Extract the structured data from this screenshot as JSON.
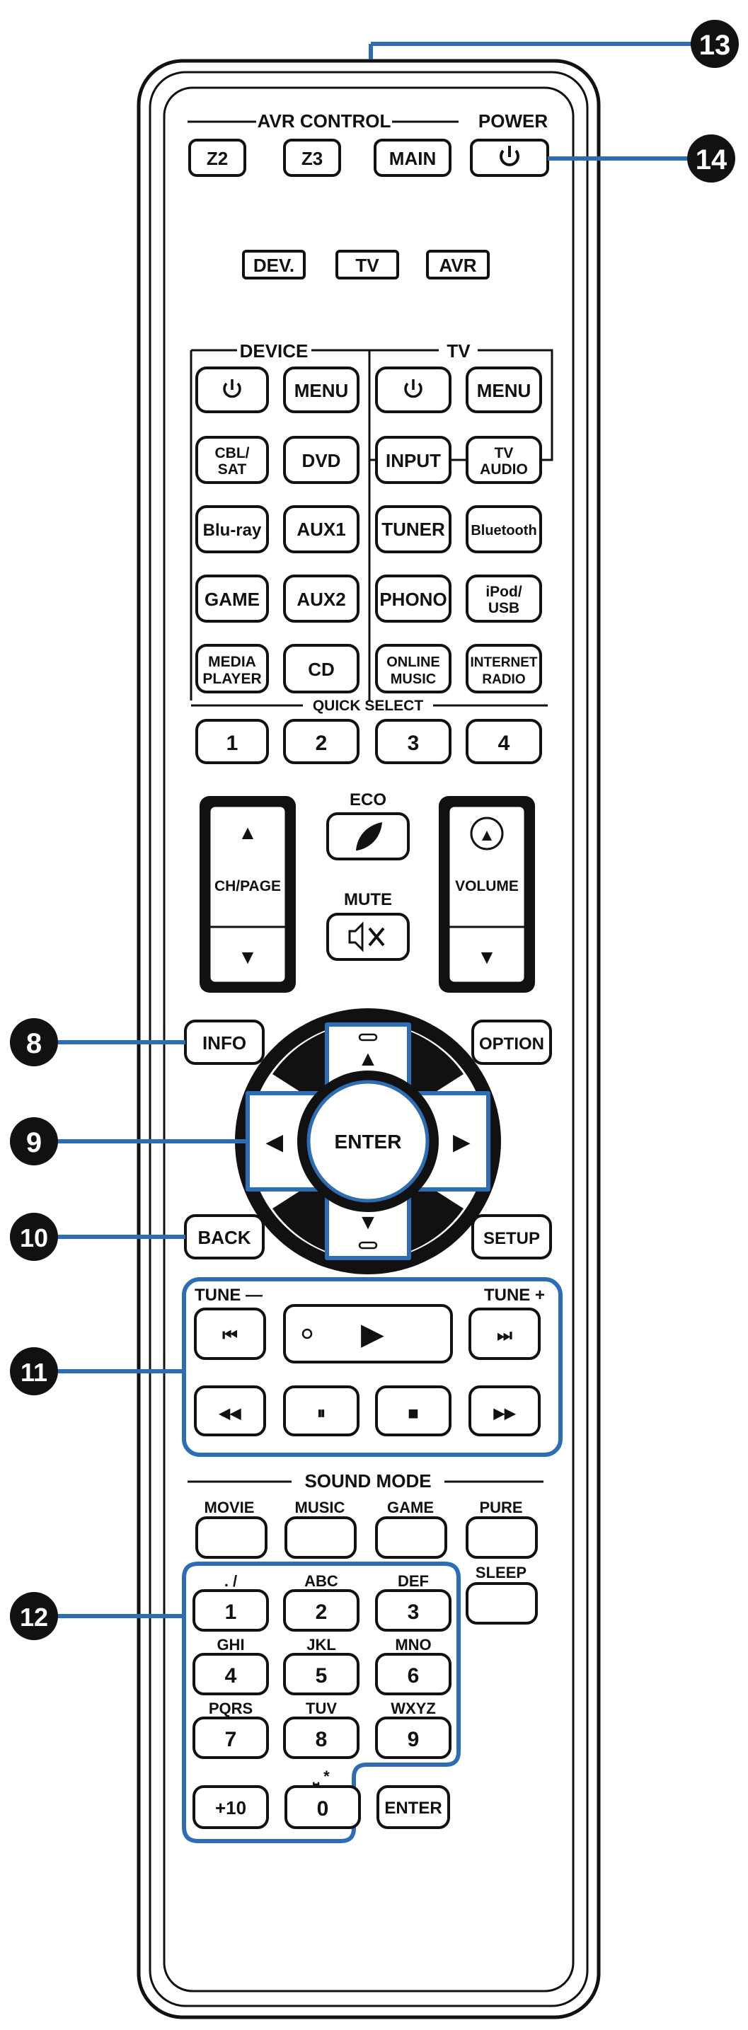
{
  "colors": {
    "callout": "#2d6db5",
    "outline": "#111111",
    "background": "#ffffff"
  },
  "sections": {
    "avr_control": "AVR CONTROL",
    "power": "POWER",
    "device": "DEVICE",
    "tv": "TV",
    "quick_select": "QUICK SELECT",
    "eco": "ECO",
    "mute": "MUTE",
    "tune_minus": "TUNE —",
    "tune_plus": "TUNE +",
    "sound_mode": "SOUND MODE"
  },
  "zone_buttons": [
    "Z2",
    "Z3",
    "MAIN"
  ],
  "power_icon": "power-icon",
  "mode_buttons": [
    "DEV.",
    "TV",
    "AVR"
  ],
  "device_buttons": {
    "menu": "MENU",
    "cbl_sat": [
      "CBL/",
      "SAT"
    ],
    "dvd": "DVD",
    "bluray": "Blu-ray",
    "aux1": "AUX1",
    "game": "GAME",
    "aux2": "AUX2",
    "media_player": [
      "MEDIA",
      "PLAYER"
    ],
    "cd": "CD"
  },
  "tv_buttons": {
    "menu": "MENU",
    "input": "INPUT",
    "tv_audio": [
      "TV",
      "AUDIO"
    ],
    "tuner": "TUNER",
    "bluetooth": "Bluetooth",
    "phono": "PHONO",
    "ipod_usb": [
      "iPod/",
      "USB"
    ],
    "online_music": [
      "ONLINE",
      "MUSIC"
    ],
    "internet_radio": [
      "INTERNET",
      "RADIO"
    ]
  },
  "quick_select": [
    "1",
    "2",
    "3",
    "4"
  ],
  "ch_page": "CH/PAGE",
  "volume": "VOLUME",
  "nav": {
    "info": "INFO",
    "option": "OPTION",
    "enter": "ENTER",
    "back": "BACK",
    "setup": "SETUP"
  },
  "sound_modes": [
    "MOVIE",
    "MUSIC",
    "GAME",
    "PURE"
  ],
  "sleep": "SLEEP",
  "keypad": [
    {
      "sub": ". /",
      "key": "1"
    },
    {
      "sub": "ABC",
      "key": "2"
    },
    {
      "sub": "DEF",
      "key": "3"
    },
    {
      "sub": "GHI",
      "key": "4"
    },
    {
      "sub": "JKL",
      "key": "5"
    },
    {
      "sub": "MNO",
      "key": "6"
    },
    {
      "sub": "PQRS",
      "key": "7"
    },
    {
      "sub": "TUV",
      "key": "8"
    },
    {
      "sub": "WXYZ",
      "key": "9"
    }
  ],
  "plus10": "+10",
  "zero": {
    "sub": "⎵ *",
    "key": "0"
  },
  "keypad_enter": "ENTER",
  "callouts": [
    "13",
    "14",
    "8",
    "9",
    "10",
    "11",
    "12"
  ],
  "icons": {
    "up": "▲",
    "down": "▼",
    "left": "◀",
    "right": "▶",
    "play": "▶",
    "prev": "⏮",
    "next": "⏭",
    "rewind": "◀◀",
    "pause": "⏸",
    "stop": "■",
    "forward": "▶▶",
    "mute": "🔇"
  }
}
